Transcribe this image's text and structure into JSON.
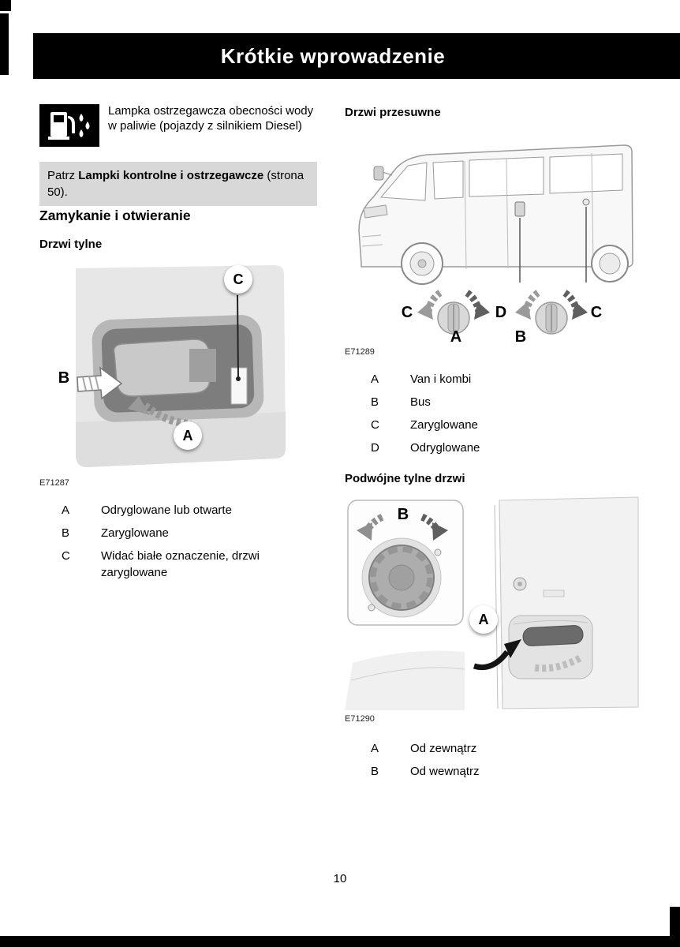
{
  "colors": {
    "header_bg": "#000000",
    "header_text": "#ffffff",
    "note_bg": "#d8d8d8"
  },
  "header": {
    "title": "Krótkie wprowadzenie"
  },
  "footer": {
    "page_number": "10"
  },
  "warning": {
    "icon": "water-in-fuel-warning-icon",
    "text": "Lampka ostrzegawcza obecności wody w paliwie (pojazdy z silnikiem Diesel)"
  },
  "note": {
    "prefix": "Patrz ",
    "bold": "Lampki kontrolne i ostrzegawcze",
    "suffix": " (strona 50)."
  },
  "headings": {
    "closing": "Zamykanie i otwieranie",
    "rear_door": "Drzwi tylne",
    "sliding_door": "Drzwi przesuwne",
    "double_rear_door": "Podwójne tylne drzwi"
  },
  "figures": {
    "rear_door": {
      "caption": "E71287",
      "label_a": "A",
      "label_b": "B",
      "label_c": "C"
    },
    "sliding_door": {
      "caption": "E71289",
      "label_c_left": "C",
      "label_d": "D",
      "label_c_right": "C",
      "label_a": "A",
      "label_b": "B"
    },
    "double_rear": {
      "caption": "E71290",
      "label_a": "A",
      "label_b": "B"
    }
  },
  "legend_rear_door": [
    {
      "key": "A",
      "text": "Odryglowane lub otwarte"
    },
    {
      "key": "B",
      "text": "Zaryglowane"
    },
    {
      "key": "C",
      "text": "Widać białe oznaczenie, drzwi zaryglowane"
    }
  ],
  "legend_sliding_door": [
    {
      "key": "A",
      "text": "Van i kombi"
    },
    {
      "key": "B",
      "text": "Bus"
    },
    {
      "key": "C",
      "text": "Zaryglowane"
    },
    {
      "key": "D",
      "text": "Odryglowane"
    }
  ],
  "legend_double_rear": [
    {
      "key": "A",
      "text": "Od zewnątrz"
    },
    {
      "key": "B",
      "text": "Od wewnątrz"
    }
  ]
}
